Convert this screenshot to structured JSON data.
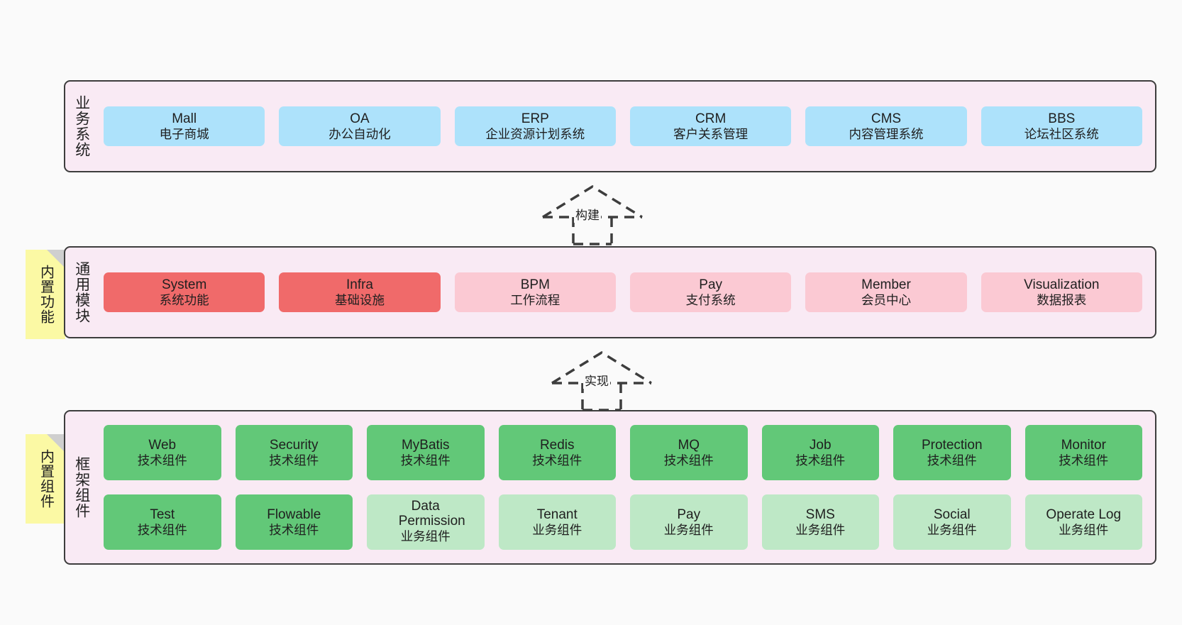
{
  "diagram": {
    "background_color": "#fafafa",
    "layer_fill": "#f9eaf4",
    "layer_stroke": "#3d3d3d"
  },
  "layers": [
    {
      "id": "business-systems",
      "title": "业务系统",
      "rows": [
        {
          "cards": [
            {
              "en": "Mall",
              "cn": "电子商城",
              "color": "#ade2fb",
              "variant": "c-blue"
            },
            {
              "en": "OA",
              "cn": "办公自动化",
              "color": "#ade2fb",
              "variant": "c-blue"
            },
            {
              "en": "ERP",
              "cn": "企业资源计划系统",
              "color": "#ade2fb",
              "variant": "c-blue"
            },
            {
              "en": "CRM",
              "cn": "客户关系管理",
              "color": "#ade2fb",
              "variant": "c-blue"
            },
            {
              "en": "CMS",
              "cn": "内容管理系统",
              "color": "#ade2fb",
              "variant": "c-blue"
            },
            {
              "en": "BBS",
              "cn": "论坛社区系统",
              "color": "#ade2fb",
              "variant": "c-blue"
            }
          ]
        }
      ]
    },
    {
      "id": "common-modules",
      "title": "通用模块",
      "note": "内置功能",
      "rows": [
        {
          "cards": [
            {
              "en": "System",
              "cn": "系统功能",
              "color": "#f06a6a",
              "variant": "c-red-strong"
            },
            {
              "en": "Infra",
              "cn": "基础设施",
              "color": "#f06a6a",
              "variant": "c-red-strong"
            },
            {
              "en": "BPM",
              "cn": "工作流程",
              "color": "#fbc9d3",
              "variant": "c-red-light"
            },
            {
              "en": "Pay",
              "cn": "支付系统",
              "color": "#fbc9d3",
              "variant": "c-red-light"
            },
            {
              "en": "Member",
              "cn": "会员中心",
              "color": "#fbc9d3",
              "variant": "c-red-light"
            },
            {
              "en": "Visualization",
              "cn": "数据报表",
              "color": "#fbc9d3",
              "variant": "c-red-light"
            }
          ]
        }
      ]
    },
    {
      "id": "framework-components",
      "title": "框架组件",
      "note": "内置组件",
      "rows": [
        {
          "cards": [
            {
              "en": "Web",
              "cn": "技术组件",
              "color": "#62c878",
              "variant": "c-green-strong"
            },
            {
              "en": "Security",
              "cn": "技术组件",
              "color": "#62c878",
              "variant": "c-green-strong"
            },
            {
              "en": "MyBatis",
              "cn": "技术组件",
              "color": "#62c878",
              "variant": "c-green-strong"
            },
            {
              "en": "Redis",
              "cn": "技术组件",
              "color": "#62c878",
              "variant": "c-green-strong"
            },
            {
              "en": "MQ",
              "cn": "技术组件",
              "color": "#62c878",
              "variant": "c-green-strong"
            },
            {
              "en": "Job",
              "cn": "技术组件",
              "color": "#62c878",
              "variant": "c-green-strong"
            },
            {
              "en": "Protection",
              "cn": "技术组件",
              "color": "#62c878",
              "variant": "c-green-strong"
            },
            {
              "en": "Monitor",
              "cn": "技术组件",
              "color": "#62c878",
              "variant": "c-green-strong"
            }
          ]
        },
        {
          "cards": [
            {
              "en": "Test",
              "cn": "技术组件",
              "color": "#62c878",
              "variant": "c-green-strong"
            },
            {
              "en": "Flowable",
              "cn": "技术组件",
              "color": "#62c878",
              "variant": "c-green-strong"
            },
            {
              "en": "Data Permission",
              "cn": "业务组件",
              "color": "#bee8c6",
              "variant": "c-green-light"
            },
            {
              "en": "Tenant",
              "cn": "业务组件",
              "color": "#bee8c6",
              "variant": "c-green-light"
            },
            {
              "en": "Pay",
              "cn": "业务组件",
              "color": "#bee8c6",
              "variant": "c-green-light"
            },
            {
              "en": "SMS",
              "cn": "业务组件",
              "color": "#bee8c6",
              "variant": "c-green-light"
            },
            {
              "en": "Social",
              "cn": "业务组件",
              "color": "#bee8c6",
              "variant": "c-green-light"
            },
            {
              "en": "Operate Log",
              "cn": "业务组件",
              "color": "#bee8c6",
              "variant": "c-green-light"
            }
          ]
        }
      ]
    }
  ],
  "connectors": [
    {
      "id": "build",
      "label": "构建"
    },
    {
      "id": "implement",
      "label": "实现"
    }
  ]
}
